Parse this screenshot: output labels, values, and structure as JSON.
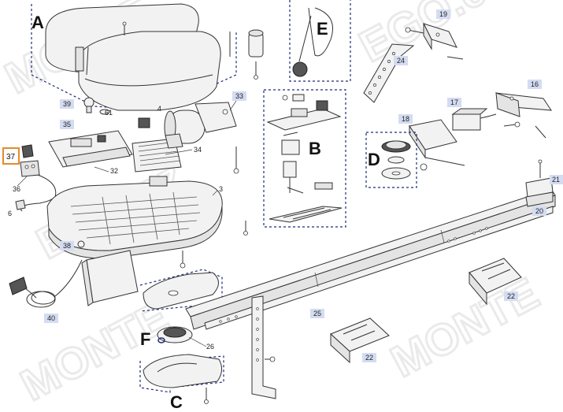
{
  "watermark": {
    "text_1": "MONTE",
    "text_2": "EGO.cz"
  },
  "group_labels": {
    "A": "A",
    "B": "B",
    "C": "C",
    "D": "D",
    "E": "E",
    "F": "F"
  },
  "part_numbers": {
    "p3": "3",
    "p4": "4",
    "p6": "6",
    "p16": "16",
    "p17": "17",
    "p18": "18",
    "p19": "19",
    "p20": "20",
    "p21": "21",
    "p22a": "22",
    "p22b": "22",
    "p24": "24",
    "p25": "25",
    "p26": "26",
    "p32": "32",
    "p33": "33",
    "p34": "34",
    "p35": "35",
    "p36": "36",
    "p37": "37",
    "p38": "38",
    "p39": "39",
    "p40": "40",
    "p61": "61"
  },
  "highlighted_part": "37",
  "colors": {
    "group_outline": "#1f2b7a",
    "badge_fill": "#d4dcf2",
    "highlight": "#e8892c"
  }
}
